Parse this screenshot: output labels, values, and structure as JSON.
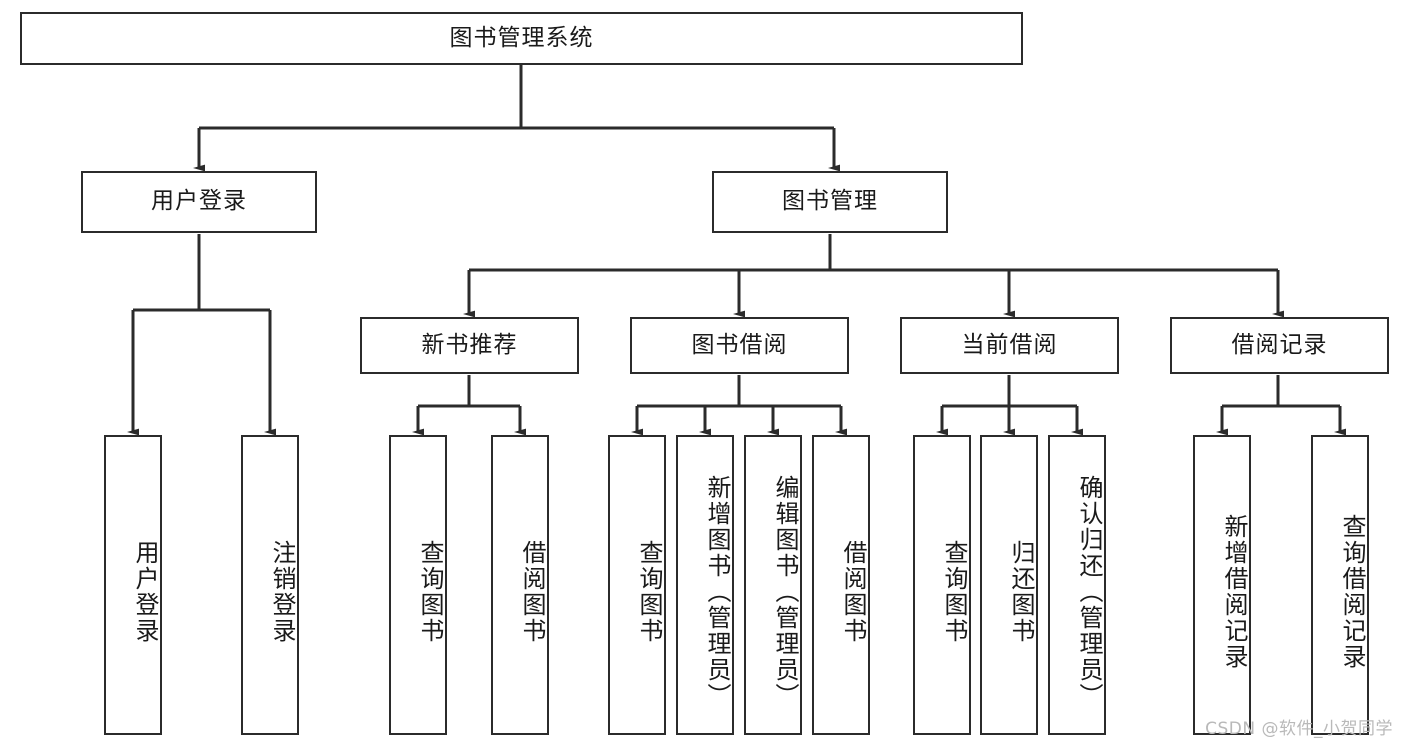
{
  "diagram": {
    "title": "图书管理系统",
    "type": "tree",
    "watermark": "CSDN @软件_小贺同学",
    "colors": {
      "stroke": "#2b2b2b",
      "fill": "#ffffff",
      "text": "#1a1a1a",
      "watermark": "#b9b9b9"
    },
    "root": {
      "label": "图书管理系统"
    },
    "level1": [
      {
        "label": "用户登录"
      },
      {
        "label": "图书管理"
      }
    ],
    "level2": [
      {
        "label": "新书推荐"
      },
      {
        "label": "图书借阅"
      },
      {
        "label": "当前借阅"
      },
      {
        "label": "借阅记录"
      }
    ],
    "leaves": {
      "user_login": [
        {
          "label": "用户登录"
        },
        {
          "label": "注销登录"
        }
      ],
      "new_book_recommend": [
        {
          "label": "查询图书"
        },
        {
          "label": "借阅图书"
        }
      ],
      "book_borrow": [
        {
          "label": "查询图书"
        },
        {
          "label": "新增图书（管理员）"
        },
        {
          "label": "编辑图书（管理员）"
        },
        {
          "label": "借阅图书"
        }
      ],
      "current_borrow": [
        {
          "label": "查询图书"
        },
        {
          "label": "归还图书"
        },
        {
          "label": "确认归还（管理员）"
        }
      ],
      "borrow_record": [
        {
          "label": "新增借阅记录"
        },
        {
          "label": "查询借阅记录"
        }
      ]
    }
  }
}
